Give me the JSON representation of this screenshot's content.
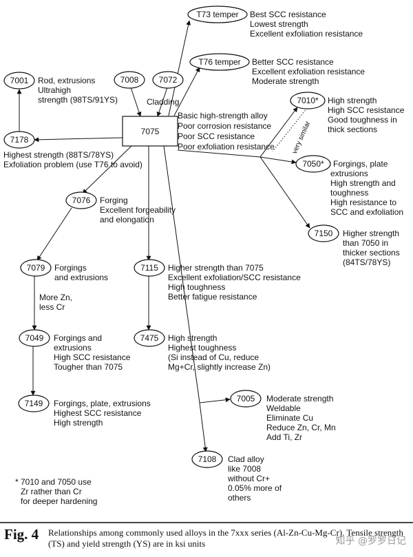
{
  "nodes": {
    "n7075": "7075",
    "n7001": "7001",
    "n7008": "7008",
    "n7072": "7072",
    "n7178": "7178",
    "nT73": "T73 temper",
    "nT76": "T76 temper",
    "n7010": "7010*",
    "n7050": "7050*",
    "n7150": "7150",
    "n7076": "7076",
    "n7079": "7079",
    "n7115": "7115",
    "n7049": "7049",
    "n7475": "7475",
    "n7149": "7149",
    "n7005": "7005",
    "n7108": "7108"
  },
  "descriptions": {
    "d7075": [
      "Basic high-strength alloy",
      "Poor corrosion resistance",
      "Poor SCC resistance",
      "Poor exfoliation resistance"
    ],
    "d7001": [
      "Rod, extrusions",
      "Ultrahigh",
      "strength (98TS/91YS)"
    ],
    "d7178": [
      "Highest strength (88TS/78YS)",
      "Exfoliation problem (use T76 to avoid)"
    ],
    "dT73": [
      "Best SCC resistance",
      "Lowest strength",
      "Excellent exfoliation resistance"
    ],
    "dT76": [
      "Better SCC resistance",
      "Excellent exfoliation resistance",
      "Moderate strength"
    ],
    "d7010": [
      "High strength",
      "High SCC resistance",
      "Good toughness in",
      "thick sections"
    ],
    "d7050": [
      "Forgings, plate",
      "extrusions",
      "High strength and",
      "toughness",
      "High resistance to",
      "SCC and exfoliation"
    ],
    "d7150": [
      "Higher strength",
      "than 7050 in",
      "thicker sections",
      "(84TS/78YS)"
    ],
    "d7076": [
      "Forging",
      "Excellent forgeability",
      "and elongation"
    ],
    "d7079": [
      "Forgings",
      "and extrusions"
    ],
    "d7115": [
      "Higher strength than 7075",
      "Excellent exfoliation/SCC resistance",
      "High toughness",
      "Better fatigue resistance"
    ],
    "d7049": [
      "Forgings and",
      "extrusions",
      "High SCC resistance",
      "Tougher than 7075"
    ],
    "d7475": [
      "High strength",
      "Highest toughness",
      "(Si instead of Cu, reduce",
      "Mg+Cr, slightly increase Zn)"
    ],
    "d7149": [
      "Forgings, plate, extrusions",
      "Highest SCC resistance",
      "High strength"
    ],
    "d7005": [
      "Moderate strength",
      "Weldable",
      "Eliminate Cu",
      "Reduce Zn, Cr, Mn",
      "Add Ti, Zr"
    ],
    "d7108": [
      "Clad alloy",
      "like 7008",
      "without Cr+",
      "0.05% more of",
      "others"
    ]
  },
  "edge_labels": {
    "cladding": "Cladding",
    "more_zn": [
      "More Zn,",
      "less Cr"
    ],
    "very_similar": "very similar"
  },
  "footnote": [
    "* 7010 and 7050 use",
    "Zr rather than Cr",
    "for deeper hardening"
  ],
  "caption": {
    "label": "Fig. 4",
    "text": "Relationships among commonly used alloys in the 7xxx series (Al-Zn-Cu-Mg-Cr). Tensile strength (TS) and yield strength (YS) are in ksi units"
  },
  "watermark": "知乎 @罗罗日记"
}
